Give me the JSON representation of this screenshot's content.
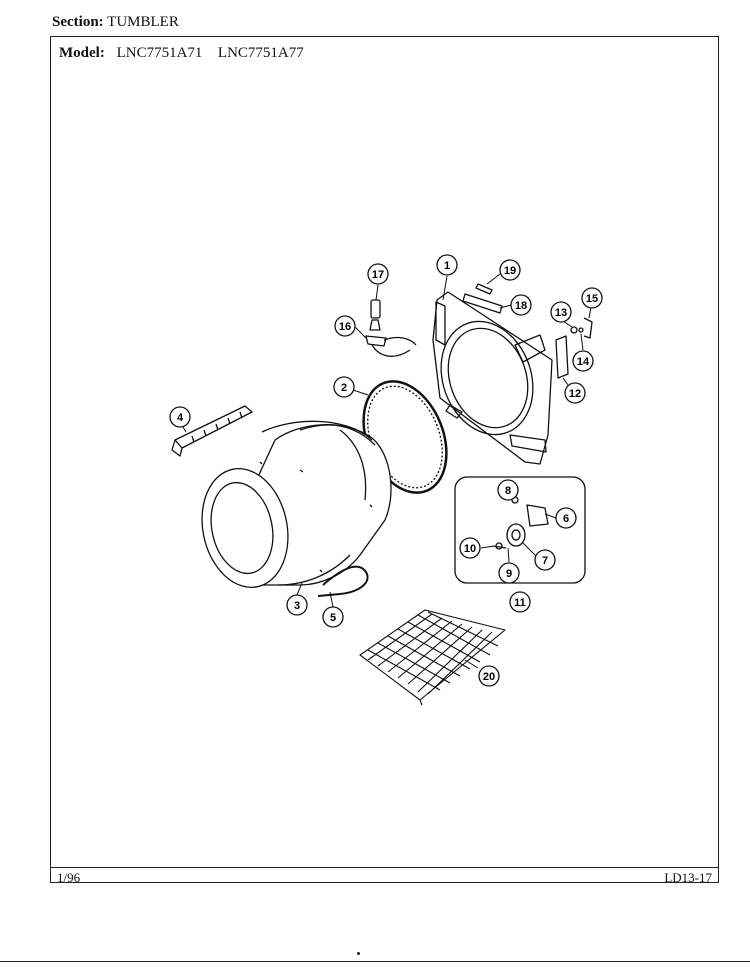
{
  "header": {
    "section_label": "Section:",
    "section_value": "TUMBLER",
    "model_label": "Model:",
    "models": [
      "LNC7751A71",
      "LNC7751A77"
    ]
  },
  "footer": {
    "date": "1/96",
    "page_code": "LD13-17"
  },
  "callouts": {
    "c1": "1",
    "c2": "2",
    "c3": "3",
    "c4": "4",
    "c5": "5",
    "c6": "6",
    "c7": "7",
    "c8": "8",
    "c9": "9",
    "c10": "10",
    "c11": "11",
    "c12": "12",
    "c13": "13",
    "c14": "14",
    "c15": "15",
    "c16": "16",
    "c17": "17",
    "c18": "18",
    "c19": "19",
    "c20": "20"
  },
  "colors": {
    "ink": "#111111",
    "paper": "#ffffff"
  }
}
